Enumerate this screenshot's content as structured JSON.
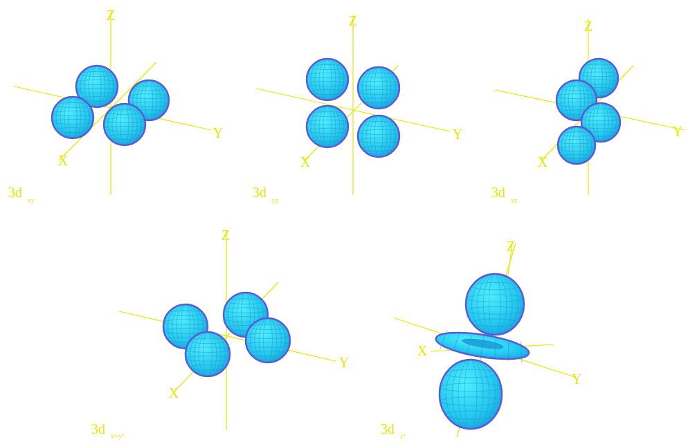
{
  "diagram": {
    "labels": [
      "Z",
      "Y",
      "X",
      "3d",
      "xy",
      "Z",
      "Y",
      "X",
      "3d",
      "yz",
      "Z",
      "Y",
      "X",
      "3d",
      "xz",
      "Z",
      "Y",
      "X",
      "3d",
      "x²-y²",
      "Z",
      "Y",
      "X",
      "3d",
      "z²"
    ]
  }
}
